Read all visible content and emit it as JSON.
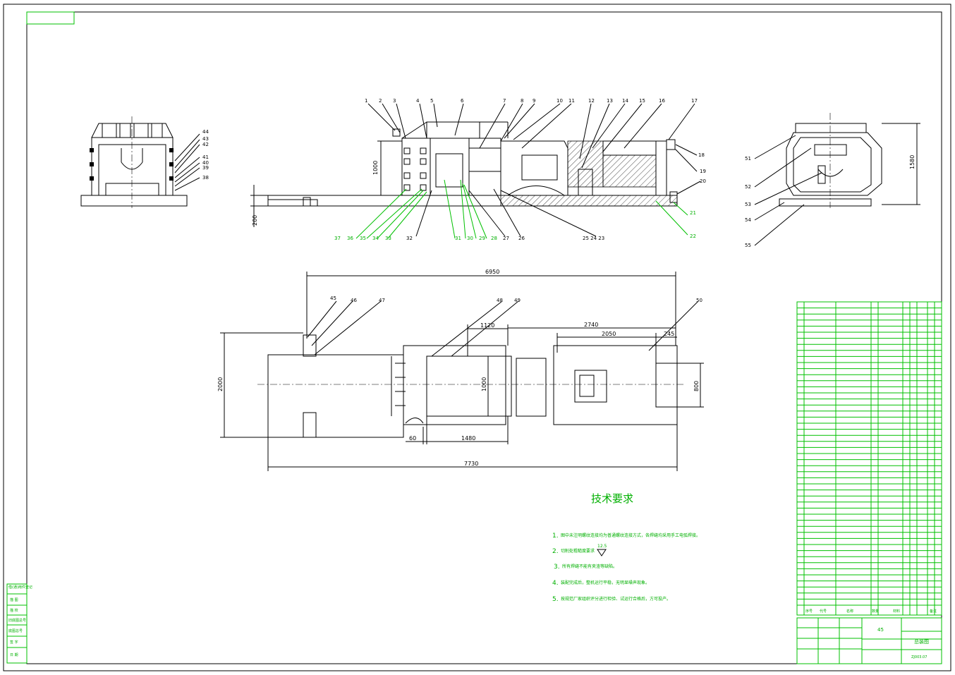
{
  "drawing": {
    "front_view_labels": [
      "1",
      "2",
      "3",
      "4",
      "5",
      "6",
      "7",
      "8",
      "9",
      "10",
      "11",
      "12",
      "13",
      "14",
      "15",
      "16",
      "17",
      "18",
      "19",
      "20"
    ],
    "front_view_bottom_labels": [
      "32",
      "27",
      "26"
    ],
    "front_view_green_labels": [
      "37",
      "36",
      "35",
      "34",
      "33",
      "31",
      "30",
      "29",
      "28",
      "21",
      "22"
    ],
    "front_view_center_label": "25 24 23",
    "left_view_labels": [
      "44",
      "43",
      "42",
      "41",
      "40",
      "39",
      "38"
    ],
    "right_view_labels": [
      "51",
      "52",
      "53",
      "54",
      "55"
    ],
    "plan_view_labels": [
      "45",
      "46",
      "47",
      "48",
      "49",
      "50"
    ],
    "dimensions": {
      "front_height": "1000",
      "front_base": "200",
      "right_height": "1580",
      "plan_overall_top": "6950",
      "plan_overall_bottom": "7730",
      "plan_width": "2000",
      "plan_inner_width": "1000",
      "plan_right_width": "800",
      "plan_1120": "1120",
      "plan_2740": "2740",
      "plan_2050": "2050",
      "plan_245": "245",
      "plan_60": "60",
      "plan_1480": "1480"
    }
  },
  "requirements": {
    "title": "技术要求",
    "items": [
      {
        "num": "1.",
        "text": "图中未注明螺纹连接均为普通螺纹连接方式，各焊缝均采用手工电弧焊接。"
      },
      {
        "num": "2.",
        "text": "切削处粗糙度要求",
        "roughness": "12.5"
      },
      {
        "num": "3.",
        "text": "所有焊缝不能有夹渣等缺陷。"
      },
      {
        "num": "4.",
        "text": "装配完成后，整机运行平稳，无明显噪声现象。"
      },
      {
        "num": "5.",
        "text": "按规范厂家组织评分进行检验、试运行合格后，方可投产。"
      }
    ]
  },
  "title_block": {
    "material": "45",
    "name": "总装图",
    "code": "ZJ003.07",
    "header_labels": [
      "序号",
      "代号",
      "名称",
      "数量",
      "材料",
      "备注"
    ]
  },
  "side_stamp": [
    "借(通)用件登记",
    "描 图",
    "描 校",
    "旧底图总号",
    "底图总号",
    "签 字",
    "日 期"
  ]
}
